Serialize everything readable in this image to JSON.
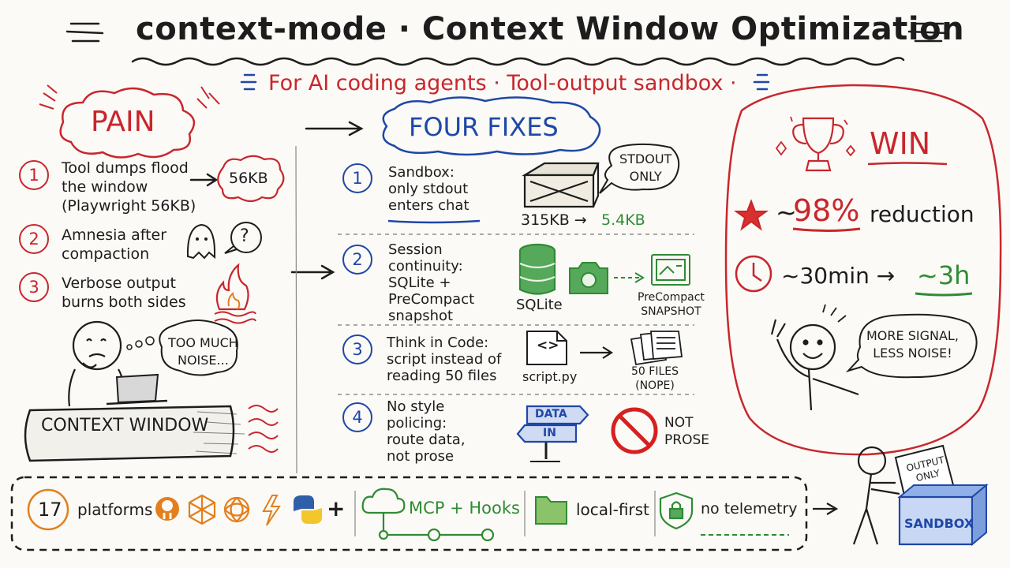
{
  "header": {
    "title": "context-mode · Context Window Optimization",
    "subtitle": "For AI coding agents · Tool-output sandbox ·"
  },
  "pain": {
    "heading": "PAIN",
    "items": [
      {
        "num": "1",
        "text": "Tool dumps flood\nthe window\n(Playwright 56KB)"
      },
      {
        "num": "2",
        "text": "Amnesia after\ncompaction"
      },
      {
        "num": "3",
        "text": "Verbose output\nburns both sides"
      }
    ],
    "size_badge": "56KB",
    "question": "?",
    "thought": "TOO MUCH\nNOISE...",
    "context_window": "CONTEXT WINDOW"
  },
  "fixes": {
    "heading": "FOUR FIXES",
    "items": [
      {
        "num": "1",
        "text": "Sandbox:\nonly stdout\nenters chat"
      },
      {
        "num": "2",
        "text": "Session\ncontinuity:\nSQLite +\nPreCompact\nsnapshot"
      },
      {
        "num": "3",
        "text": "Think in Code:\nscript instead of\nreading 50 files"
      },
      {
        "num": "4",
        "text": "No style\npolicing:\nroute data,\nnot prose"
      }
    ],
    "stdout_bubble": "STDOUT\nONLY",
    "size_from": "315KB →",
    "size_to": "5.4KB",
    "sqlite_label": "SQLite",
    "snapshot_label": "PreCompact\nSNAPSHOT",
    "script_label": "script.py",
    "code_glyph": "<>",
    "files_label": "50 FILES\n(NOPE)",
    "sign_data": "DATA",
    "sign_in": "IN",
    "not_prose": "NOT\nPROSE"
  },
  "win": {
    "heading": "WIN",
    "reduction_prefix": "~",
    "reduction_value": "98%",
    "reduction_suffix": "reduction",
    "time_from": "~30min →",
    "time_to": "~3h",
    "bubble": "MORE SIGNAL,\nLESS NOISE!"
  },
  "footer": {
    "count": "17",
    "platforms": "platforms",
    "plus": "+",
    "mcp": "MCP + Hooks",
    "local": "local-first",
    "telemetry": "no telemetry",
    "output_only": "OUTPUT\nONLY",
    "sandbox": "SANDBOX"
  },
  "colors": {
    "red": "#c8262d",
    "blue": "#1f47a8",
    "green": "#2f8b34",
    "orange": "#e37f1e",
    "ink": "#1d1d1d"
  }
}
